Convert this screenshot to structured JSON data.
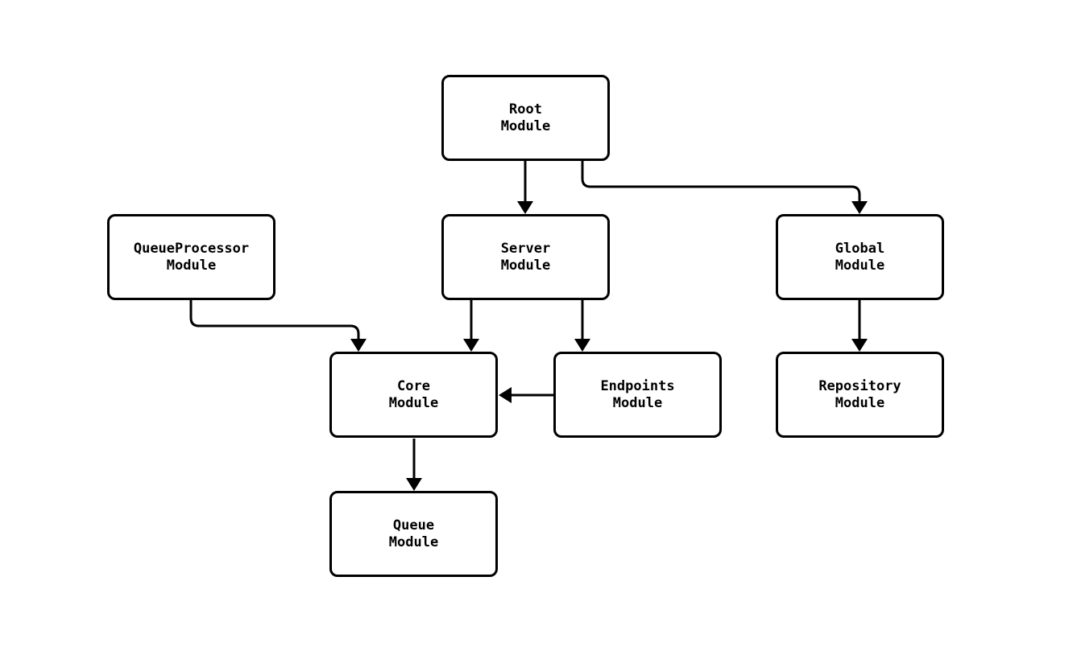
{
  "diagram": {
    "type": "module-dependency-graph",
    "background_color": "#ffffff",
    "node_fill_color": "#ffffff",
    "node_border_color": "#000000",
    "node_text_color": "#000000",
    "edge_color": "#000000",
    "nodes": [
      {
        "id": "root",
        "lines": [
          "Root",
          "Module"
        ]
      },
      {
        "id": "queueprocessor",
        "lines": [
          "QueueProcessor",
          "Module"
        ]
      },
      {
        "id": "server",
        "lines": [
          "Server",
          "Module"
        ]
      },
      {
        "id": "global",
        "lines": [
          "Global",
          "Module"
        ]
      },
      {
        "id": "core",
        "lines": [
          "Core",
          "Module"
        ]
      },
      {
        "id": "endpoints",
        "lines": [
          "Endpoints",
          "Module"
        ]
      },
      {
        "id": "repository",
        "lines": [
          "Repository",
          "Module"
        ]
      },
      {
        "id": "queue",
        "lines": [
          "Queue",
          "Module"
        ]
      }
    ],
    "edges": [
      {
        "from": "root",
        "to": "server"
      },
      {
        "from": "root",
        "to": "global"
      },
      {
        "from": "queueprocessor",
        "to": "core"
      },
      {
        "from": "server",
        "to": "core"
      },
      {
        "from": "server",
        "to": "endpoints"
      },
      {
        "from": "endpoints",
        "to": "core"
      },
      {
        "from": "core",
        "to": "queue"
      },
      {
        "from": "global",
        "to": "repository"
      }
    ]
  }
}
